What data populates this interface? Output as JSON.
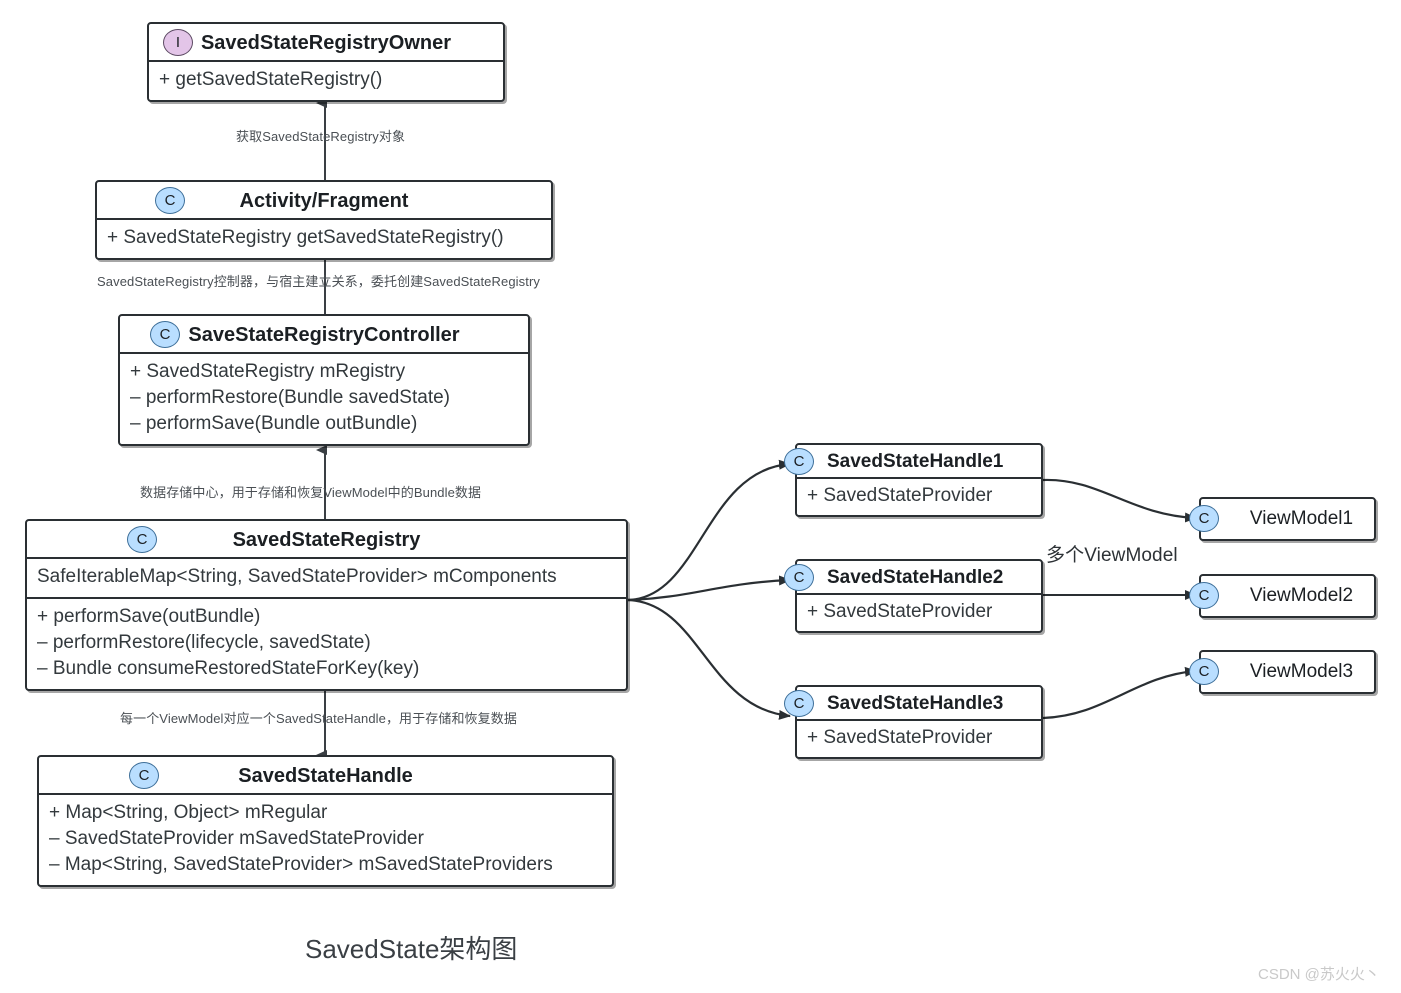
{
  "diagram": {
    "caption": "SavedState架构图",
    "watermark": "CSDN @苏火火丶",
    "colors": {
      "class_badge": "#b9deff",
      "interface_badge": "#e3c5e8",
      "stroke": "#2a2f33",
      "text": "#232323"
    },
    "nodes": {
      "owner": {
        "badge": "I",
        "title": "SavedStateRegistryOwner",
        "methods": [
          "+ getSavedStateRegistry()"
        ]
      },
      "activity": {
        "badge": "C",
        "title": "Activity/Fragment",
        "methods": [
          "+ SavedStateRegistry getSavedStateRegistry()"
        ]
      },
      "controller": {
        "badge": "C",
        "title": "SaveStateRegistryController",
        "methods": [
          "+ SavedStateRegistry mRegistry",
          "– performRestore(Bundle savedState)",
          "– performSave(Bundle outBundle)"
        ]
      },
      "registry": {
        "badge": "C",
        "title": "SavedStateRegistry",
        "attributes": [
          "SafeIterableMap<String, SavedStateProvider> mComponents"
        ],
        "methods": [
          "+ performSave(outBundle)",
          "– performRestore(lifecycle, savedState)",
          "– Bundle consumeRestoredStateForKey(key)"
        ]
      },
      "handle": {
        "badge": "C",
        "title": "SavedStateHandle",
        "methods": [
          "+ Map<String, Object> mRegular",
          "– SavedStateProvider mSavedStateProvider",
          "– Map<String, SavedStateProvider> mSavedStateProviders"
        ]
      },
      "handle1": {
        "badge": "C",
        "title": "SavedStateHandle1",
        "methods": [
          "+ SavedStateProvider"
        ]
      },
      "handle2": {
        "badge": "C",
        "title": "SavedStateHandle2",
        "methods": [
          "+ SavedStateProvider"
        ]
      },
      "handle3": {
        "badge": "C",
        "title": "SavedStateHandle3",
        "methods": [
          "+ SavedStateProvider"
        ]
      },
      "viewmodel1": {
        "badge": "C",
        "title": "ViewModel1"
      },
      "viewmodel2": {
        "badge": "C",
        "title": "ViewModel2"
      },
      "viewmodel3": {
        "badge": "C",
        "title": "ViewModel3"
      }
    },
    "edge_labels": {
      "owner_activity": "获取SavedStateRegistry对象",
      "activity_controller": "SavedStateRegistry控制器，与宿主建立关系，委托创建SavedStateRegistry",
      "controller_registry": "数据存储中心，用于存储和恢复ViewModel中的Bundle数据",
      "registry_handle": "每一个ViewModel对应一个SavedStateHandle，用于存储和恢复数据",
      "handles_viewmodels": "多个ViewModel"
    }
  }
}
